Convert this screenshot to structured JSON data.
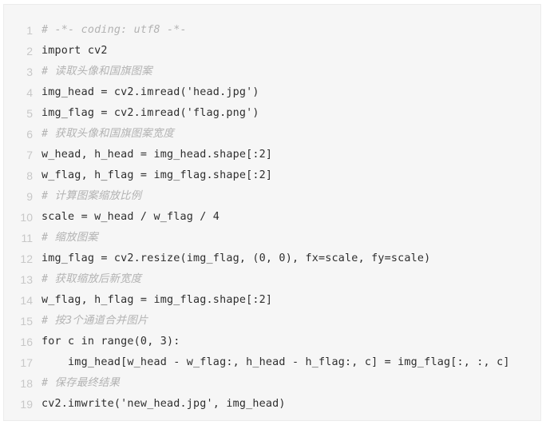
{
  "colors": {
    "background": "#ffffff",
    "code_background": "#f6f6f6",
    "line_number": "#c8c8c8",
    "code_text": "#2e2e2e",
    "comment": "#b3b3b3"
  },
  "lines": [
    {
      "num": "1",
      "text": "# -*- coding: utf8 -*-",
      "comment": true
    },
    {
      "num": "2",
      "text": "import cv2",
      "comment": false
    },
    {
      "num": "3",
      "text": "# 读取头像和国旗图案",
      "comment": true
    },
    {
      "num": "4",
      "text": "img_head = cv2.imread('head.jpg')",
      "comment": false
    },
    {
      "num": "5",
      "text": "img_flag = cv2.imread('flag.png')",
      "comment": false
    },
    {
      "num": "6",
      "text": "# 获取头像和国旗图案宽度",
      "comment": true
    },
    {
      "num": "7",
      "text": "w_head, h_head = img_head.shape[:2]",
      "comment": false
    },
    {
      "num": "8",
      "text": "w_flag, h_flag = img_flag.shape[:2]",
      "comment": false
    },
    {
      "num": "9",
      "text": "# 计算图案缩放比例",
      "comment": true
    },
    {
      "num": "10",
      "text": "scale = w_head / w_flag / 4",
      "comment": false
    },
    {
      "num": "11",
      "text": "# 缩放图案",
      "comment": true
    },
    {
      "num": "12",
      "text": "img_flag = cv2.resize(img_flag, (0, 0), fx=scale, fy=scale)",
      "comment": false
    },
    {
      "num": "13",
      "text": "# 获取缩放后新宽度",
      "comment": true
    },
    {
      "num": "14",
      "text": "w_flag, h_flag = img_flag.shape[:2]",
      "comment": false
    },
    {
      "num": "15",
      "text": "# 按3个通道合并图片",
      "comment": true
    },
    {
      "num": "16",
      "text": "for c in range(0, 3):",
      "comment": false
    },
    {
      "num": "17",
      "text": "    img_head[w_head - w_flag:, h_head - h_flag:, c] = img_flag[:, :, c]",
      "comment": false
    },
    {
      "num": "18",
      "text": "# 保存最终结果",
      "comment": true
    },
    {
      "num": "19",
      "text": "cv2.imwrite('new_head.jpg', img_head)",
      "comment": false
    }
  ]
}
